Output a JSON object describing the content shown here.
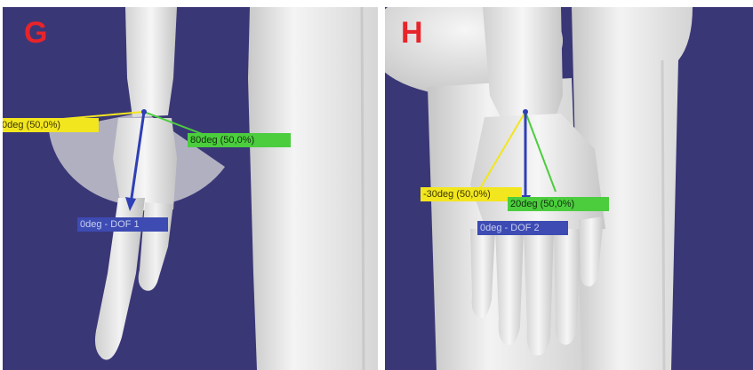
{
  "panels": [
    {
      "letter": "G",
      "labels": {
        "yellow": "0deg  (50,0%)",
        "green": "80deg  (50,0%)",
        "blue": "0deg - DOF 1"
      }
    },
    {
      "letter": "H",
      "labels": {
        "yellow": "-30deg  (50,0%)",
        "green": "20deg  (50,0%)",
        "blue": "0deg - DOF 2"
      }
    }
  ],
  "colors": {
    "background": "#3a3777",
    "letter": "#e8242a",
    "yellow": "#f2e61e",
    "green": "#4ccd3e",
    "blue": "#3d4bb3",
    "body": "#e6e6e6"
  }
}
